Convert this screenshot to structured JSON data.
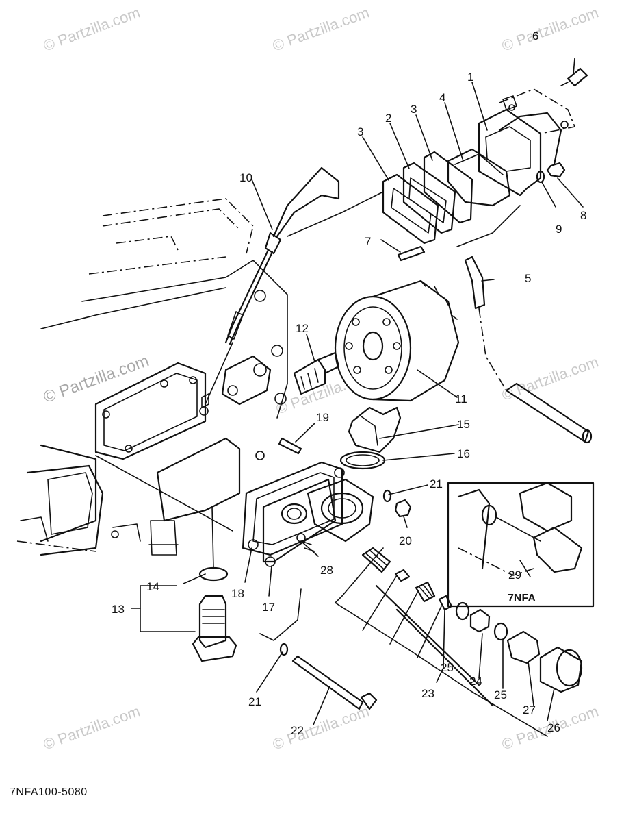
{
  "diagram_code": "7NFA100-5080",
  "inset_label": "7NFA",
  "watermark": "© Partzilla.com",
  "callouts": [
    {
      "id": "c1",
      "text": "1"
    },
    {
      "id": "c2",
      "text": "2"
    },
    {
      "id": "c3a",
      "text": "3"
    },
    {
      "id": "c3b",
      "text": "3"
    },
    {
      "id": "c4",
      "text": "4"
    },
    {
      "id": "c5",
      "text": "5"
    },
    {
      "id": "c6",
      "text": "6"
    },
    {
      "id": "c7",
      "text": "7"
    },
    {
      "id": "c8",
      "text": "8"
    },
    {
      "id": "c9",
      "text": "9"
    },
    {
      "id": "c10",
      "text": "10"
    },
    {
      "id": "c11",
      "text": "11"
    },
    {
      "id": "c12",
      "text": "12"
    },
    {
      "id": "c13",
      "text": "13"
    },
    {
      "id": "c14",
      "text": "14"
    },
    {
      "id": "c15",
      "text": "15"
    },
    {
      "id": "c16",
      "text": "16"
    },
    {
      "id": "c17",
      "text": "17"
    },
    {
      "id": "c18",
      "text": "18"
    },
    {
      "id": "c19",
      "text": "19"
    },
    {
      "id": "c20",
      "text": "20"
    },
    {
      "id": "c21a",
      "text": "21"
    },
    {
      "id": "c21b",
      "text": "21"
    },
    {
      "id": "c22",
      "text": "22"
    },
    {
      "id": "c23",
      "text": "23"
    },
    {
      "id": "c24",
      "text": "24"
    },
    {
      "id": "c25a",
      "text": "25"
    },
    {
      "id": "c25b",
      "text": "25"
    },
    {
      "id": "c26",
      "text": "26"
    },
    {
      "id": "c27",
      "text": "27"
    },
    {
      "id": "c28",
      "text": "28"
    },
    {
      "id": "c29",
      "text": "29"
    }
  ]
}
